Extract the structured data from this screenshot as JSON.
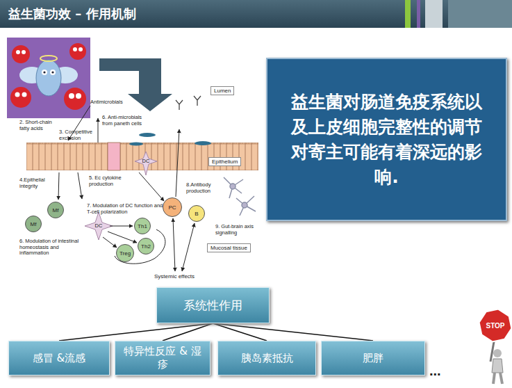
{
  "diagram": {
    "title": "益生菌功效 – 作用机制",
    "nodes": [
      {
        "text": [
          "益生菌对肠道免疫系统以及上皮细胞完整性的调节对寄主可能有着深远的影响."
        ]
      },
      {
        "text": [
          "Lumen"
        ]
      },
      {
        "text": [
          "Epithelium"
        ]
      },
      {
        "text": [
          "PC"
        ]
      },
      {
        "text": [
          "B"
        ]
      },
      {
        "text": [
          "Mf"
        ]
      },
      {
        "text": [
          "Mf"
        ]
      },
      {
        "text": [
          "Th1"
        ]
      },
      {
        "text": [
          "Th2"
        ]
      },
      {
        "text": [
          "Treg"
        ]
      },
      {
        "text": [
          "Mucosal tissue"
        ]
      },
      {
        "text": [
          "系统性作用"
        ]
      },
      {
        "text": [
          "感冒 &流感"
        ]
      },
      {
        "text": [
          "特异性反应 & 湿疹"
        ]
      },
      {
        "text": [
          "胰岛素抵抗"
        ]
      },
      {
        "text": [
          "肥胖"
        ]
      }
    ],
    "edges": [
      {
        "from": 11,
        "to": 12,
        "arrow": "none"
      },
      {
        "from": 11,
        "to": 13,
        "arrow": "none"
      },
      {
        "from": 11,
        "to": 14,
        "arrow": "none"
      },
      {
        "from": 11,
        "to": 15,
        "arrow": "none"
      }
    ],
    "labels": [
      "Antimicrobials",
      "2. Short-chain fatty acids",
      "3. Competitive exclusion",
      "6. Anti-microbials from paneth cells",
      "DC",
      "4.Epithelial integrity",
      "5. Ec cytokine production",
      "8.Antibody production",
      "7. Modulation of DC function and T-cell polarization",
      "DC",
      "6. Modulation of intestinal homeostasis and inflammation",
      "9. Gut-brain axis signalling",
      "Systemic effects",
      "...",
      "STOP"
    ]
  }
}
